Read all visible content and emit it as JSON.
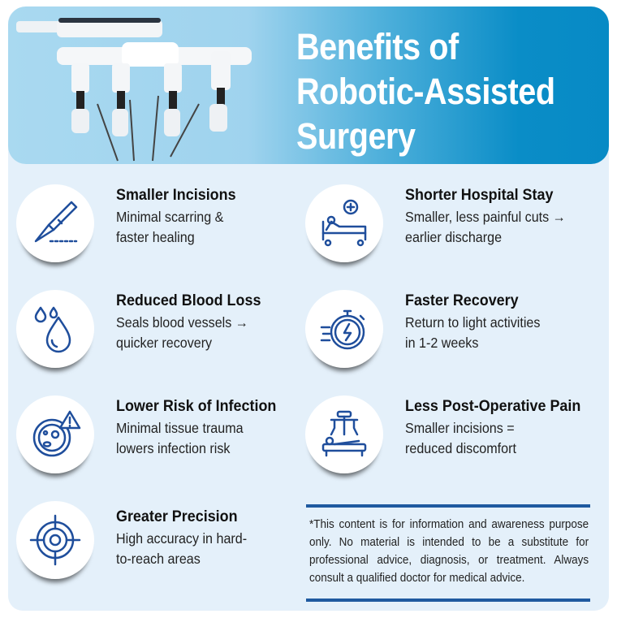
{
  "header": {
    "title_lines": [
      "Benefits of",
      "Robotic-Assisted",
      "Surgery"
    ]
  },
  "benefits": [
    {
      "title": "Smaller Incisions",
      "lines": [
        "Minimal scarring &",
        "faster healing"
      ],
      "icon": "scalpel-icon"
    },
    {
      "title": "Shorter Hospital Stay",
      "lines": [
        "Smaller, less painful cuts →",
        "earlier discharge"
      ],
      "icon": "hospital-bed-icon"
    },
    {
      "title": "Reduced Blood Loss",
      "lines": [
        "Seals blood vessels →",
        "quicker recovery"
      ],
      "icon": "blood-drops-icon"
    },
    {
      "title": "Faster Recovery",
      "lines": [
        "Return to light activities",
        "in 1-2 weeks"
      ],
      "icon": "stopwatch-icon"
    },
    {
      "title": "Lower Risk of Infection",
      "lines": [
        "Minimal tissue trauma",
        "lowers infection risk"
      ],
      "icon": "bacteria-warning-icon"
    },
    {
      "title": "Less Post-Operative Pain",
      "lines": [
        "Smaller incisions =",
        "reduced discomfort"
      ],
      "icon": "robotic-surgery-icon"
    },
    {
      "title": "Greater Precision",
      "lines": [
        "High accuracy in hard-",
        "to-reach areas"
      ],
      "icon": "target-icon"
    }
  ],
  "disclaimer": "*This content is for information and awareness purpose only. No material is intended to be a substitute for professional advice, diagnosis, or treatment. Always consult a qualified doctor for medical advice.",
  "colors": {
    "icon": "#1f4e9c",
    "banner_dark": "#078ac5",
    "banner_light": "#a9d9f0",
    "panel": "#e4f0fa"
  }
}
